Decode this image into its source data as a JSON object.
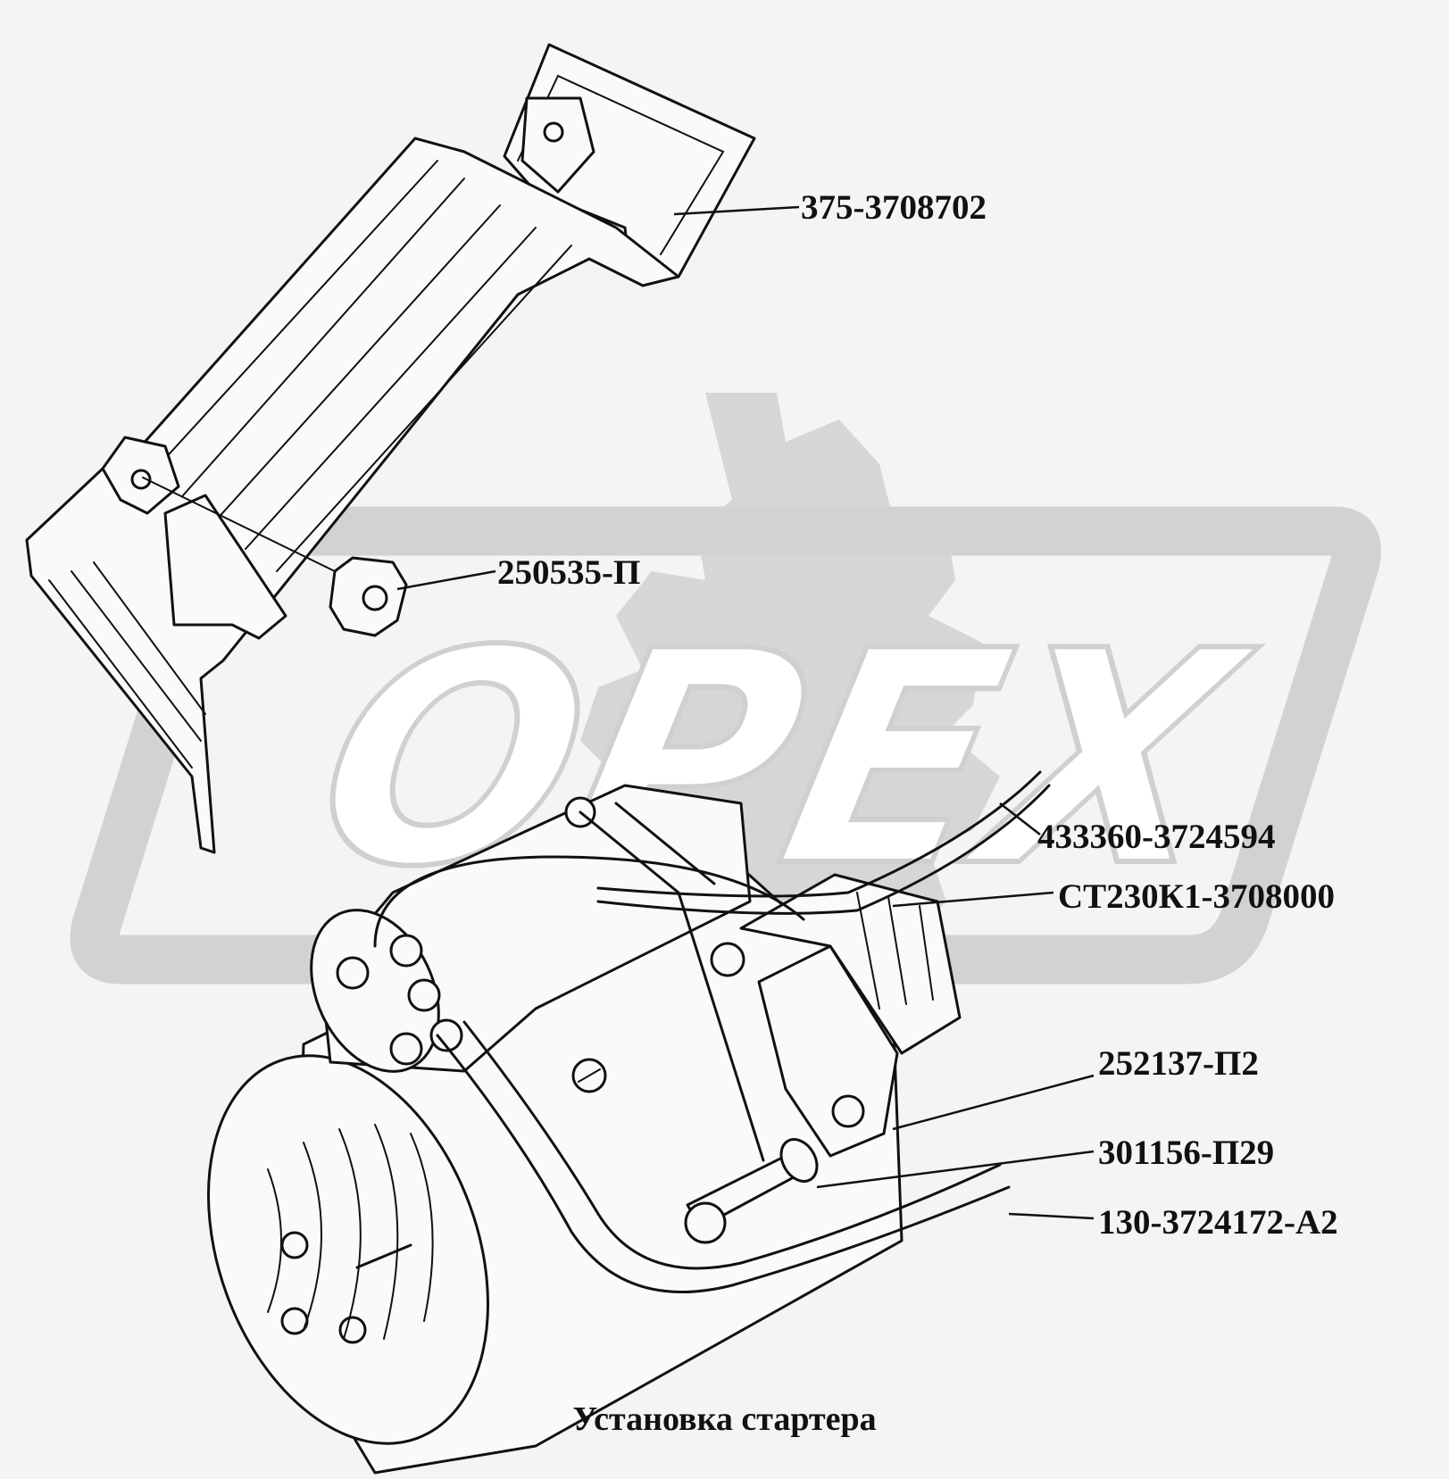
{
  "watermark": {
    "text": "OPEX",
    "color": "#cfcfcf"
  },
  "caption": "Установка стартера",
  "part_labels": [
    {
      "id": "shield",
      "text": "375-3708702"
    },
    {
      "id": "nut",
      "text": "250535-П"
    },
    {
      "id": "wire-upper",
      "text": "433360-3724594"
    },
    {
      "id": "starter",
      "text": "СТ230К1-3708000"
    },
    {
      "id": "washer",
      "text": "252137-П2"
    },
    {
      "id": "bolt",
      "text": "301156-П29"
    },
    {
      "id": "cable",
      "text": "130-3724172-А2"
    }
  ]
}
